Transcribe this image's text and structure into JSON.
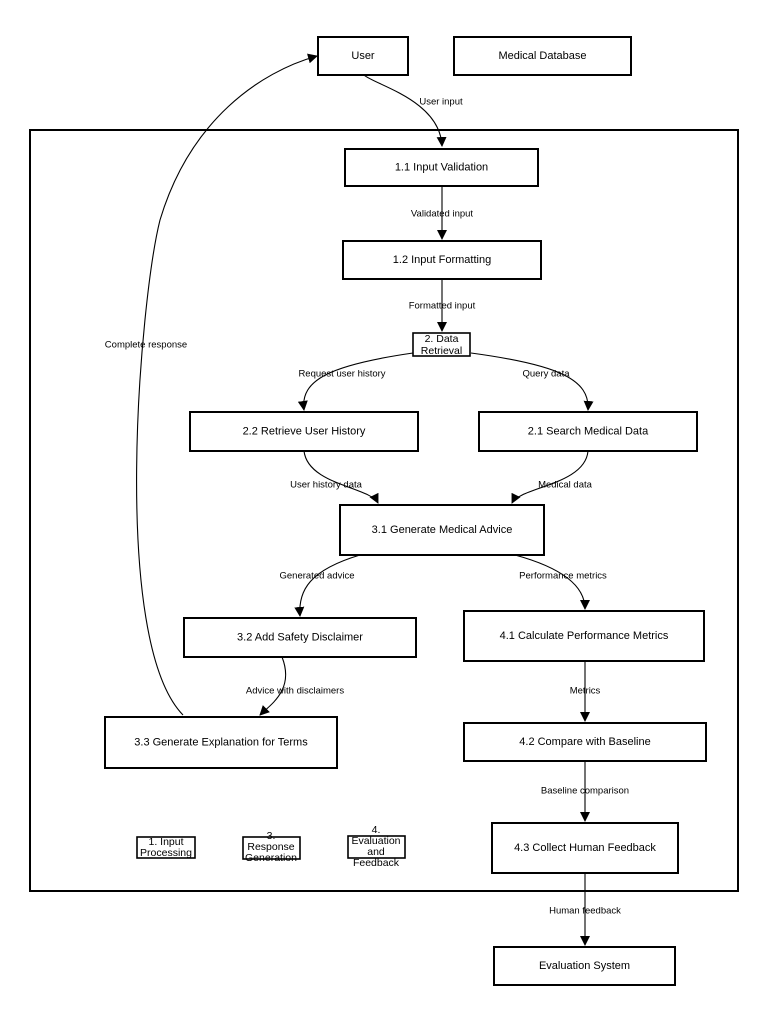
{
  "nodes": {
    "user": "User",
    "medical_database": "Medical Database",
    "input_validation": "1.1 Input Validation",
    "input_formatting": "1.2 Input Formatting",
    "data_retrieval": [
      "2. Data",
      "Retrieval"
    ],
    "retrieve_user_history": "2.2 Retrieve User History",
    "search_medical_data": "2.1 Search Medical Data",
    "generate_medical_advice": "3.1 Generate Medical Advice",
    "add_safety_disclaimer": "3.2 Add Safety Disclaimer",
    "calculate_performance_metrics": "4.1 Calculate Performance Metrics",
    "generate_explanation": "3.3 Generate Explanation for Terms",
    "compare_with_baseline": "4.2 Compare with Baseline",
    "collect_human_feedback": "4.3 Collect Human Feedback",
    "evaluation_system": "Evaluation System"
  },
  "groups": {
    "input_processing": [
      "1. Input",
      "Processing"
    ],
    "response_generation": [
      "3.",
      "Response",
      "Generation"
    ],
    "evaluation_feedback": [
      "4.",
      "Evaluation",
      "and",
      "Feedback"
    ]
  },
  "edges": {
    "user_input": "User input",
    "validated_input": "Validated input",
    "formatted_input": "Formatted input",
    "request_user_history": "Request user history",
    "query_data": "Query data",
    "user_history_data": "User history data",
    "medical_data": "Medical data",
    "generated_advice": "Generated advice",
    "performance_metrics": "Performance metrics",
    "advice_with_disclaimers": "Advice with disclaimers",
    "metrics": "Metrics",
    "baseline_comparison": "Baseline comparison",
    "human_feedback": "Human feedback",
    "complete_response": "Complete response"
  }
}
